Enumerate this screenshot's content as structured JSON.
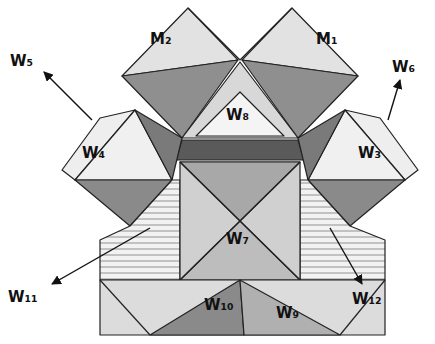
{
  "diagram": {
    "labels": [
      "M₂",
      "M₁",
      "W₅",
      "W₈",
      "W₆",
      "W₄",
      "W₃",
      "W₁₁",
      "W₇",
      "W₁₂",
      "W₁₀",
      "W₉"
    ]
  }
}
